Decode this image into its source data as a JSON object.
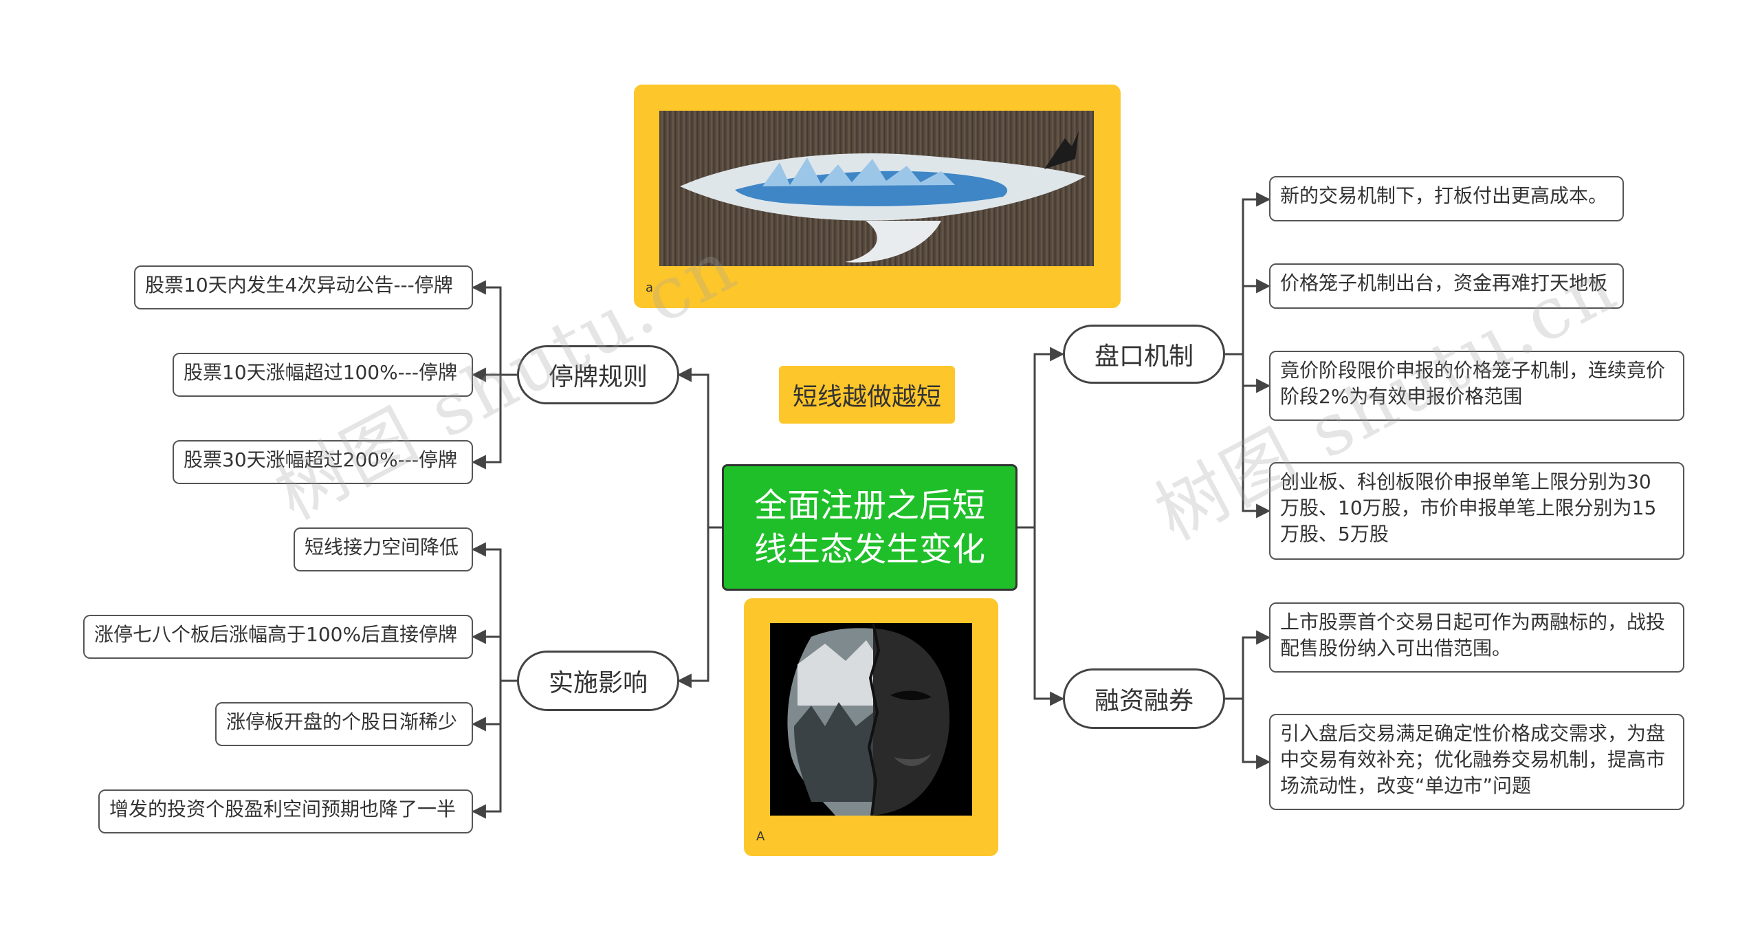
{
  "root": {
    "title": "全面注册之后短线生态发生变化"
  },
  "note": {
    "text": "短线越做越短"
  },
  "images": [
    {
      "caption": "a",
      "icon": "whale-sculpture-image"
    },
    {
      "caption": "A",
      "icon": "face-landscape-image"
    }
  ],
  "branches": {
    "suspension": {
      "label": "停牌规则",
      "items": [
        "股票10天内发生4次异动公告---停牌",
        "股票10天涨幅超过100%---停牌",
        "股票30天涨幅超过200%---停牌"
      ]
    },
    "impact": {
      "label": "实施影响",
      "items": [
        "短线接力空间降低",
        "涨停七八个板后涨幅高于100%后直接停牌",
        "涨停板开盘的个股日渐稀少",
        "增发的投资个股盈利空间预期也降了一半"
      ]
    },
    "market": {
      "label": "盘口机制",
      "items": [
        "新的交易机制下，打板付出更高成本。",
        "价格笼子机制出台，资金再难打天地板",
        "竟价阶段限价申报的价格笼子机制，连续竟价\n阶段2%为有效申报价格范围",
        "创业板、科创板限价申报单笔上限分别为30\n万股、10万股，市价申报单笔上限分别为15\n万股、5万股"
      ]
    },
    "margin": {
      "label": "融资融券",
      "items": [
        "上市股票首个交易日起可作为两融标的，战投\n配售股份纳入可出借范围。",
        "引入盘后交易满足确定性价格成交需求，为盘\n中交易有效补充；优化融券交易机制，提高市\n场流动性，改变“单边市”问题"
      ]
    }
  },
  "watermark": "树图 shutu.cn",
  "colors": {
    "root_bg": "#1fbf2a",
    "accent": "#fdc62a",
    "line": "#444444"
  }
}
